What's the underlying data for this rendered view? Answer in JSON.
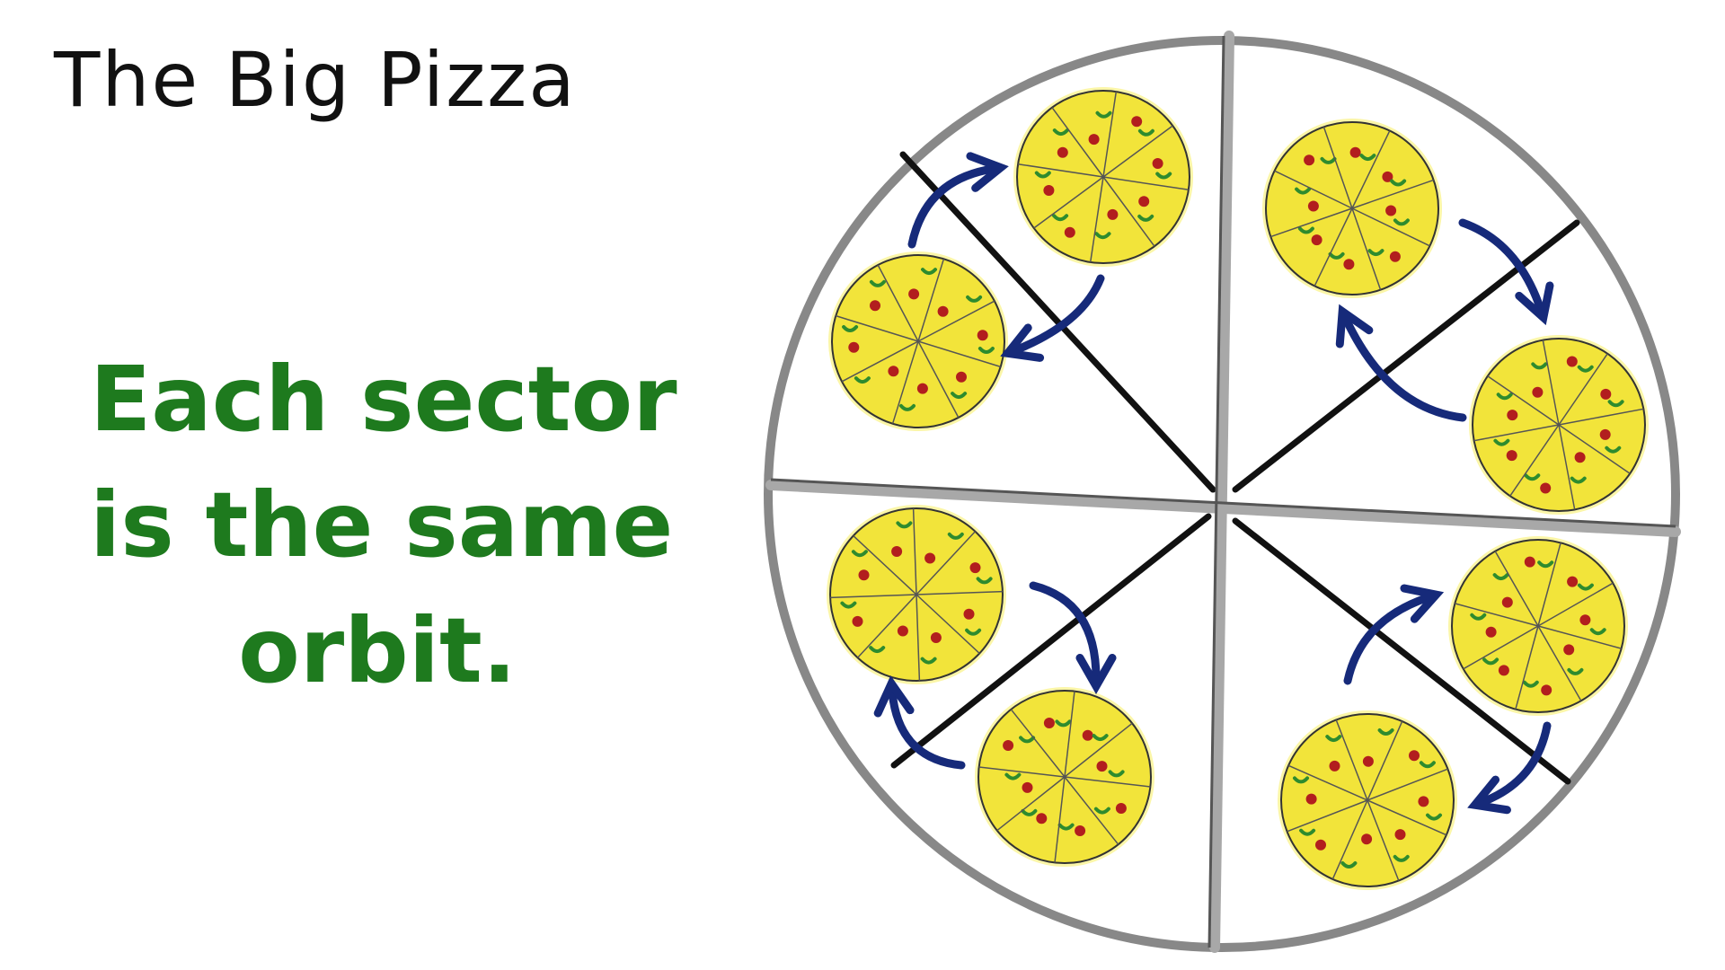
{
  "title": "The Big Pizza",
  "caption": {
    "lines": [
      "Each sector",
      "is the same",
      "orbit."
    ],
    "color": "#1e7a1e"
  },
  "colors": {
    "outline": "#111111",
    "sector_divider": "#a8a8a8",
    "arrow": "#162a7a",
    "pizza_cheese": "#f2e43a",
    "pizza_pepperoni": "#b21e1e",
    "pizza_basil": "#2e8b2e"
  },
  "big_pizza": {
    "sectors": 4,
    "small_pizzas_per_sector": 2,
    "small_pizza_slices": 8
  }
}
